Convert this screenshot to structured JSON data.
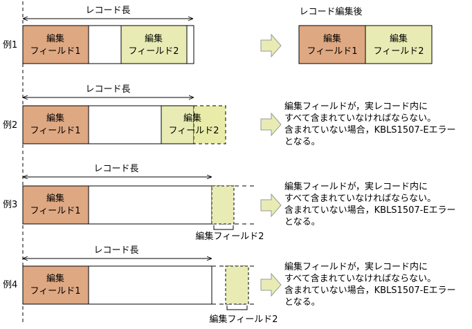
{
  "labels": {
    "record_length": "レコード長",
    "after_edit": "レコード編集後",
    "field1_line1": "編集",
    "field1_line2": "フィールド1",
    "field2_line1": "編集",
    "field2_line2": "フィールド2",
    "field2_full": "編集フィールド2"
  },
  "examples": [
    {
      "label": "例1"
    },
    {
      "label": "例2"
    },
    {
      "label": "例3"
    },
    {
      "label": "例4"
    }
  ],
  "note_lines": [
    "編集フィールドが，実レコード内に",
    "すべて含まれていなければならない。",
    "含まれていない場合，KBLS1507-Eエラー",
    "となる。"
  ],
  "colors": {
    "field1": "#dea882",
    "field2": "#e8ecb4",
    "field2_dash": "#e8eca8",
    "arrow": "#e8ecb4",
    "stroke": "#000000"
  }
}
